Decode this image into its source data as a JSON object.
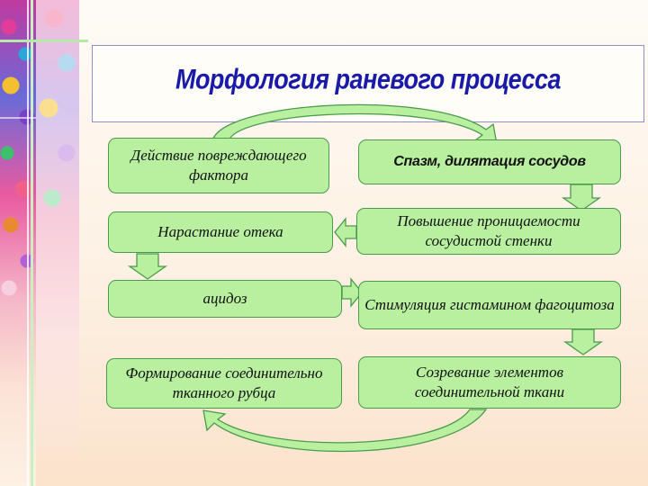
{
  "title": "Морфология раневого процесса",
  "nodes": {
    "n1": "Действие повреждающего фактора",
    "n2": "Спазм, дилятация сосудов",
    "n3": "Повышение проницаемости сосудистой стенки",
    "n4": "Нарастание отека",
    "n5": "ацидоз",
    "n6": "Стимуляция гистамином фагоцитоза",
    "n7": "Созревание элементов соединительной ткани",
    "n8": "Формирование соединительно тканного рубца"
  },
  "colors": {
    "node_fill": "#b8f0a0",
    "node_border": "#4c9a4c",
    "arrow_fill": "#b8f0a0",
    "title_color": "#1a1aa8"
  }
}
